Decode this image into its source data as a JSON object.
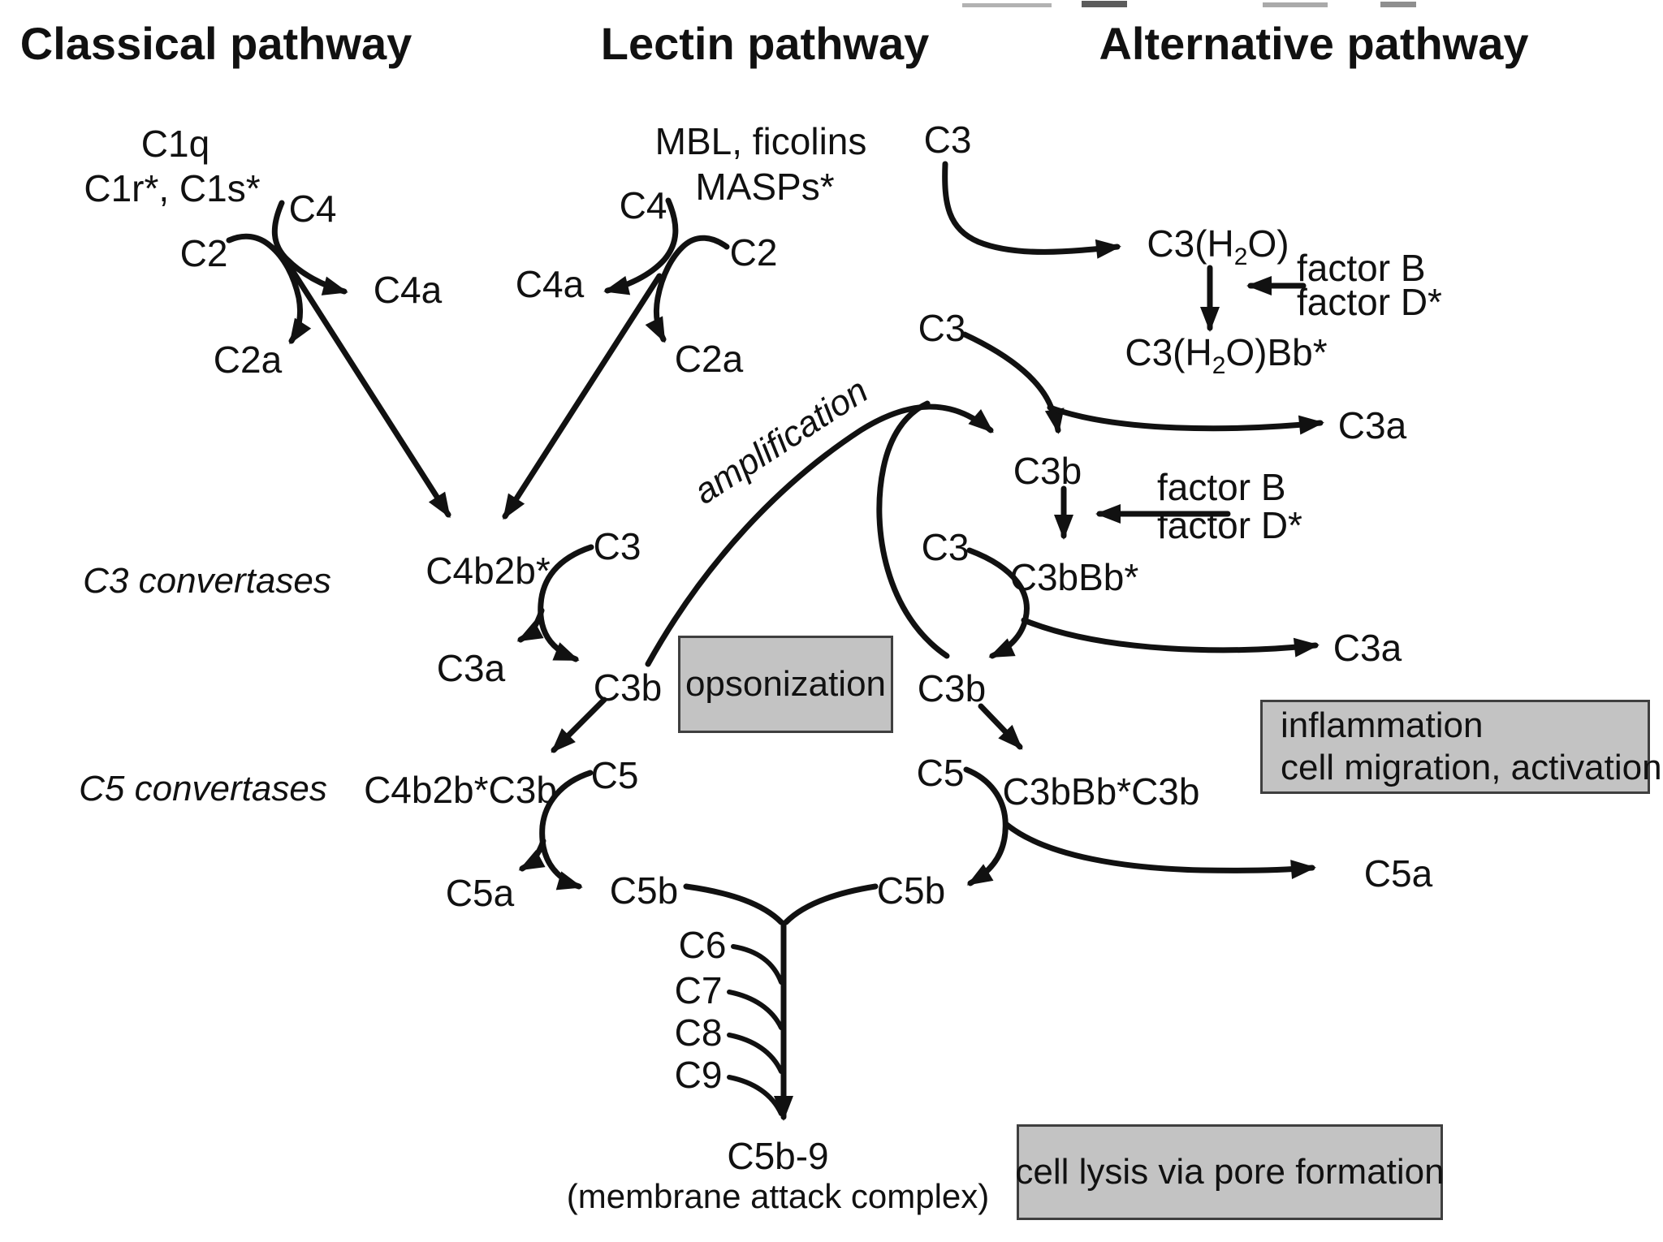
{
  "headers": {
    "classical": "Classical pathway",
    "lectin": "Lectin pathway",
    "alternative": "Alternative pathway"
  },
  "classical": {
    "c1q": "C1q",
    "c1rs": "C1r*, C1s*",
    "c4": "C4",
    "c2": "C2",
    "c4a": "C4a",
    "c2a": "C2a",
    "c3_convertases": "C3 convertases",
    "c4b2b": "C4b2b*",
    "c3": "C3",
    "c3a": "C3a",
    "c3b": "C3b",
    "c5_convertases": "C5 convertases",
    "c4b2bc3b": "C4b2b*C3b",
    "c5": "C5",
    "c5a": "C5a",
    "c5b": "C5b"
  },
  "lectin": {
    "mbl": "MBL, ficolins",
    "masps": "MASPs*",
    "c4": "C4",
    "c2": "C2",
    "c4a": "C4a",
    "c2a": "C2a"
  },
  "alternative": {
    "c3_top": "C3",
    "c3h2o_pre": "C3(H",
    "c3h2o_sub": "2",
    "c3h2o_post": "O)",
    "factor_b1": "factor B",
    "factor_d1": "factor D*",
    "c3h2obb_pre": "C3(H",
    "c3h2obb_sub": "2",
    "c3h2obb_post": "O)Bb*",
    "c3_2": "C3",
    "c3b_1": "C3b",
    "factor_b2": "factor B",
    "factor_d2": "factor D*",
    "c3bbb": "C3bBb*",
    "c3_3": "C3",
    "c3a_1": "C3a",
    "c3a_2": "C3a",
    "c3b_2": "C3b",
    "c3bbbc3b": "C3bBb*C3b",
    "c5": "C5",
    "c5a": "C5a",
    "c5b": "C5b"
  },
  "amplification_label": "amplification",
  "terminal": {
    "c6": "C6",
    "c7": "C7",
    "c8": "C8",
    "c9": "C9",
    "c5b9": "C5b-9",
    "mac": "(membrane attack complex)"
  },
  "boxes": {
    "opsonization": "opsonization",
    "inflammation_line1": "inflammation",
    "inflammation_line2": "cell migration, activation",
    "cell_lysis": "cell lysis via pore formation"
  },
  "colors": {
    "ink": "#111111",
    "box_fill": "#c3c3c3",
    "box_border": "#3f3f3f",
    "background": "#ffffff"
  }
}
